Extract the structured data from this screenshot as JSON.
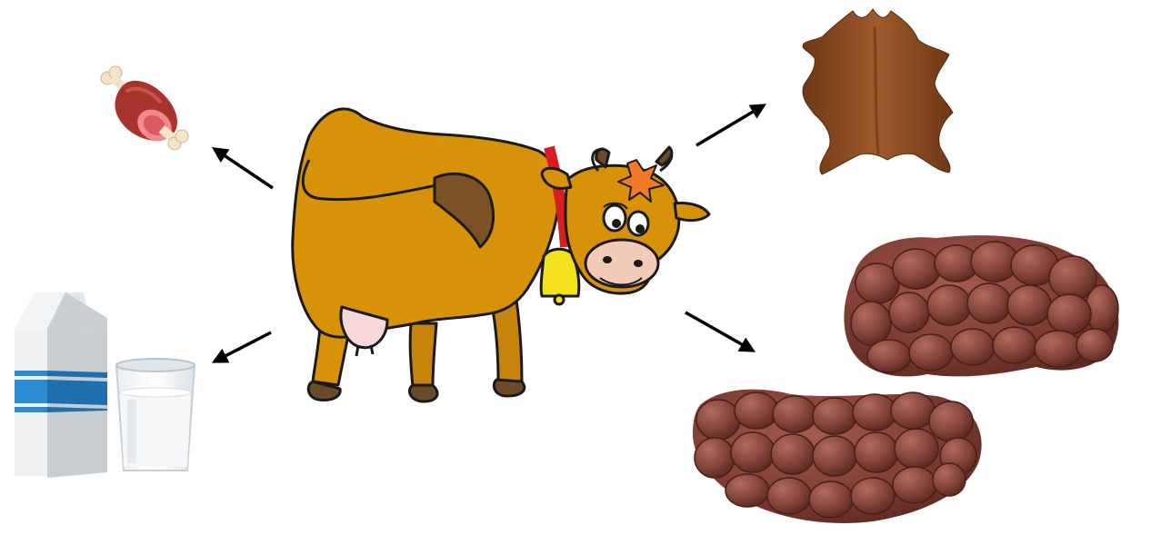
{
  "diagram": {
    "center": {
      "icon": "cow-icon"
    },
    "products": [
      {
        "icon": "meat-icon",
        "position": "top-left"
      },
      {
        "icon": "milk-icon",
        "position": "bottom-left"
      },
      {
        "icon": "hide-icon",
        "position": "top-right"
      },
      {
        "icon": "kidneys-icon",
        "position": "bottom-right"
      }
    ],
    "colors": {
      "cow_body": "#D8920A",
      "cow_outline": "#1a1a1a",
      "bell": "#F2E11C",
      "collar": "#D81E1E",
      "flower": "#F07A28",
      "hide": "#8B4B24",
      "kidney": "#7A3A30",
      "meat": "#A8322C",
      "milk_blue": "#1F7FC4",
      "arrow": "#000000"
    }
  }
}
